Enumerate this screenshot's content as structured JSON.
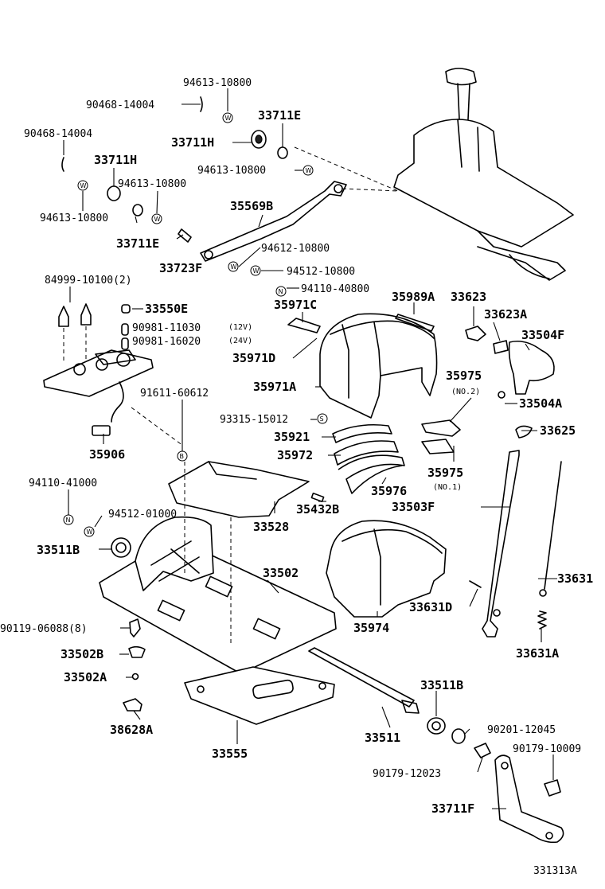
{
  "diagram_id": "331313A",
  "labels": [
    {
      "key": "l01",
      "text": "94613-10800"
    },
    {
      "key": "l02",
      "text": "90468-14004"
    },
    {
      "key": "l03",
      "text": "33711E"
    },
    {
      "key": "l04",
      "text": "33711H"
    },
    {
      "key": "l05",
      "text": "90468-14004"
    },
    {
      "key": "l06",
      "text": "33711H"
    },
    {
      "key": "l07",
      "text": "94613-10800"
    },
    {
      "key": "l08",
      "text": "94613-10800"
    },
    {
      "key": "l09",
      "text": "94613-10800"
    },
    {
      "key": "l10",
      "text": "35569B"
    },
    {
      "key": "l11",
      "text": "33711E"
    },
    {
      "key": "l12",
      "text": "33723F"
    },
    {
      "key": "l13",
      "text": "94612-10800"
    },
    {
      "key": "l14",
      "text": "94512-10800"
    },
    {
      "key": "l15",
      "text": "84999-10100(2)"
    },
    {
      "key": "l16",
      "text": "94110-40800"
    },
    {
      "key": "l17",
      "text": "35971C"
    },
    {
      "key": "l18",
      "text": "35989A"
    },
    {
      "key": "l19",
      "text": "33623"
    },
    {
      "key": "l20",
      "text": "33550E"
    },
    {
      "key": "l21",
      "text": "90981-11030"
    },
    {
      "key": "l22",
      "text": "90981-16020"
    },
    {
      "key": "l23",
      "text": "33623A"
    },
    {
      "key": "l24",
      "text": "33504F"
    },
    {
      "key": "l25",
      "text": "35971D"
    },
    {
      "key": "l26",
      "text": "35971A"
    },
    {
      "key": "l27",
      "text": "35975"
    },
    {
      "key": "l28",
      "text": "33504A"
    },
    {
      "key": "l29",
      "text": "91611-60612"
    },
    {
      "key": "l30",
      "text": "93315-15012"
    },
    {
      "key": "l31",
      "text": "33625"
    },
    {
      "key": "l32",
      "text": "35921"
    },
    {
      "key": "l33",
      "text": "35906"
    },
    {
      "key": "l34",
      "text": "35972"
    },
    {
      "key": "l35",
      "text": "35975"
    },
    {
      "key": "l36",
      "text": "94110-41000"
    },
    {
      "key": "l37",
      "text": "35976"
    },
    {
      "key": "l38",
      "text": "35432B"
    },
    {
      "key": "l39",
      "text": "33503F"
    },
    {
      "key": "l40",
      "text": "94512-01000"
    },
    {
      "key": "l41",
      "text": "33528"
    },
    {
      "key": "l42",
      "text": "33511B"
    },
    {
      "key": "l43",
      "text": "33502"
    },
    {
      "key": "l44",
      "text": "33631"
    },
    {
      "key": "l45",
      "text": "33631D"
    },
    {
      "key": "l46",
      "text": "90119-06088(8)"
    },
    {
      "key": "l47",
      "text": "35974"
    },
    {
      "key": "l48",
      "text": "33502B"
    },
    {
      "key": "l49",
      "text": "33631A"
    },
    {
      "key": "l50",
      "text": "33502A"
    },
    {
      "key": "l51",
      "text": "33511B"
    },
    {
      "key": "l52",
      "text": "38628A"
    },
    {
      "key": "l53",
      "text": "90201-12045"
    },
    {
      "key": "l54",
      "text": "33511"
    },
    {
      "key": "l55",
      "text": "33555"
    },
    {
      "key": "l56",
      "text": "90179-10009"
    },
    {
      "key": "l57",
      "text": "90179-12023"
    },
    {
      "key": "l58",
      "text": "33711F"
    }
  ],
  "notes": {
    "v12": "(12V)",
    "v24": "(24V)",
    "no2": "(NO.2)",
    "no1": "(NO.1)"
  },
  "badges": {
    "w": "W",
    "n": "N",
    "s": "S",
    "b": "B"
  }
}
